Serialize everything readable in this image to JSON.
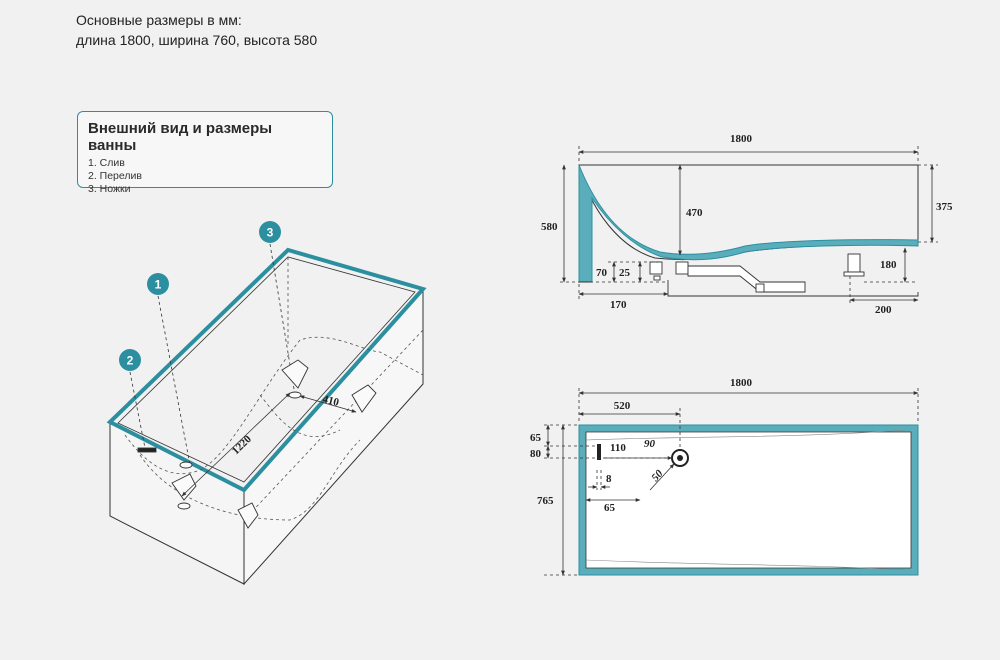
{
  "header": {
    "line1": "Основные размеры в мм:",
    "line2": "длина 1800, ширина 760, высота 580"
  },
  "legend": {
    "title": "Внешний вид и размеры ванны",
    "items": [
      "1. Слив",
      "2. Перелив",
      "3. Ножки"
    ]
  },
  "colors": {
    "accent": "#2c8fa0",
    "fill_teal": "#5aaebb",
    "line": "#333333",
    "background": "#f1f1f1"
  },
  "iso_view": {
    "markers": [
      "1",
      "2",
      "3"
    ],
    "dim_length": "1220",
    "dim_offset": "410"
  },
  "side_view": {
    "dim_length": "1800",
    "dim_height": "580",
    "dim_depth_inner": "470",
    "dim_right_height": "375",
    "dim_feet_height": "180",
    "dim_70": "70",
    "dim_25": "25",
    "dim_170": "170",
    "dim_200": "200"
  },
  "top_view": {
    "dim_length": "1800",
    "dim_520": "520",
    "dim_65": "65",
    "dim_80": "80",
    "dim_765": "765",
    "dim_110": "110",
    "dim_90": "90",
    "dim_50": "50",
    "dim_8": "8",
    "dim_65b": "65"
  }
}
